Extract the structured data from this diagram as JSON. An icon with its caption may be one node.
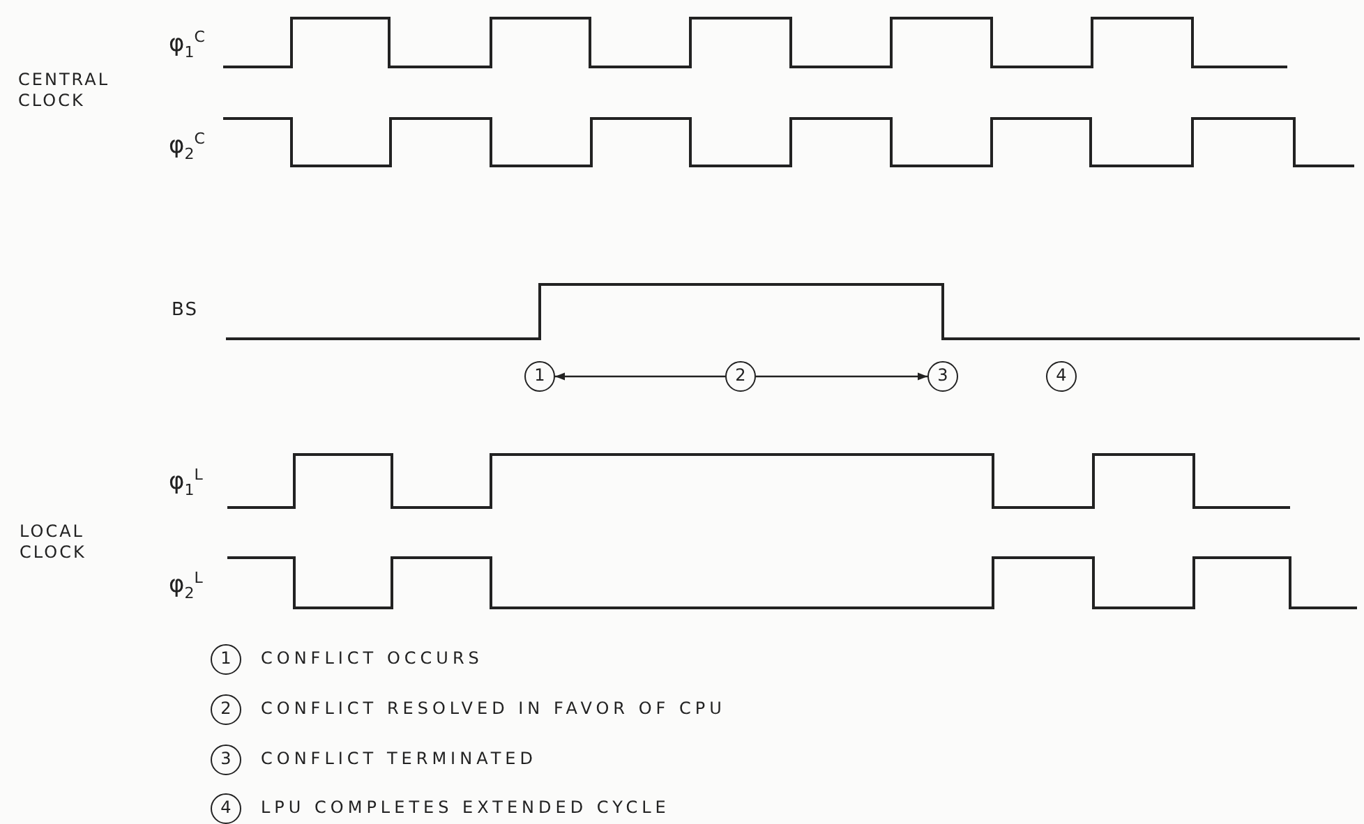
{
  "diagram": {
    "nodes": [
      {
        "text": [
          "1"
        ]
      },
      {
        "text": [
          "2"
        ]
      },
      {
        "text": [
          "3"
        ]
      },
      {
        "text": [
          "4"
        ]
      },
      {
        "text": [
          "1"
        ],
        "beside": [
          "CONFLICT OCCURS"
        ]
      },
      {
        "text": [
          "2"
        ],
        "beside": [
          "CONFLICT RESOLVED IN FAVOR OF CPU"
        ]
      },
      {
        "text": [
          "3"
        ],
        "beside": [
          "CONFLICT TERMINATED"
        ]
      },
      {
        "text": [
          "4"
        ],
        "beside": [
          "LPU COMPLETES EXTENDED CYCLE"
        ]
      }
    ],
    "edges": [
      {
        "from": 1,
        "to": 0,
        "arrow": "to"
      },
      {
        "from": 1,
        "to": 2,
        "arrow": "to"
      }
    ],
    "labels": [
      "CENTRAL CLOCK",
      "φ$_{1}$$^{C}$",
      "φ$_{2}$$^{C}$",
      "BS",
      "LOCAL CLOCK",
      "φ$_{1}$$^{L}$",
      "φ$_{2}$$^{L}$"
    ]
  }
}
